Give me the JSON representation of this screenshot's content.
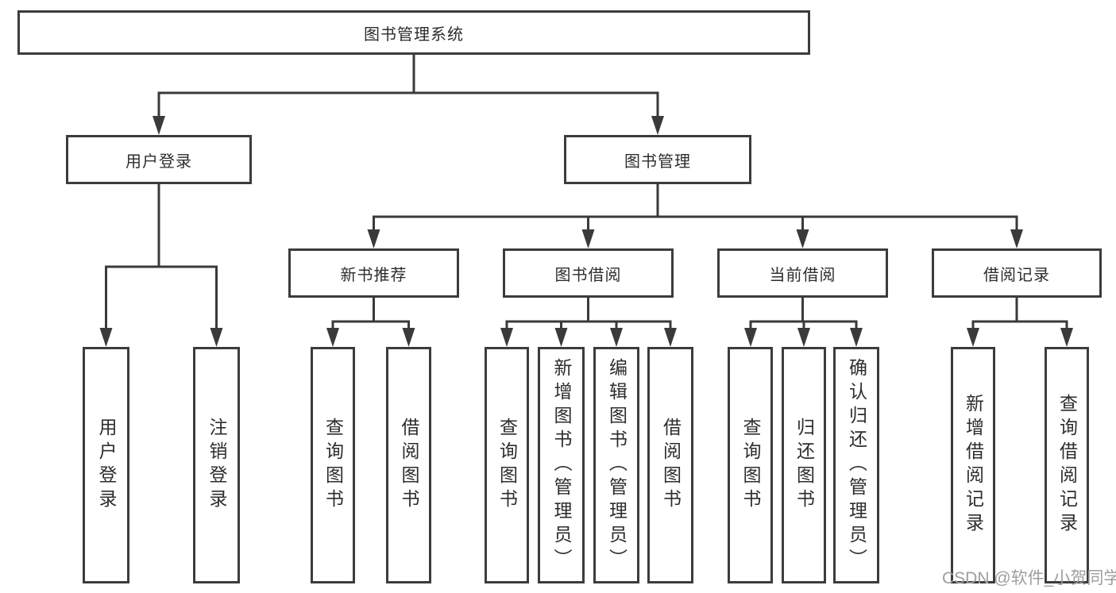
{
  "diagram": {
    "root": {
      "label": "图书管理系统"
    },
    "level2": [
      {
        "label": "用户登录"
      },
      {
        "label": "图书管理"
      }
    ],
    "level3": [
      {
        "label": "新书推荐"
      },
      {
        "label": "图书借阅"
      },
      {
        "label": "当前借阅"
      },
      {
        "label": "借阅记录"
      }
    ],
    "leaves": [
      {
        "parent": "用户登录",
        "label": "用户登录"
      },
      {
        "parent": "用户登录",
        "label": "注销登录"
      },
      {
        "parent": "新书推荐",
        "label": "查询图书"
      },
      {
        "parent": "新书推荐",
        "label": "借阅图书"
      },
      {
        "parent": "图书借阅",
        "label": "查询图书"
      },
      {
        "parent": "图书借阅",
        "label": "新增图书（管理员）"
      },
      {
        "parent": "图书借阅",
        "label": "编辑图书（管理员）"
      },
      {
        "parent": "图书借阅",
        "label": "借阅图书"
      },
      {
        "parent": "当前借阅",
        "label": "查询图书"
      },
      {
        "parent": "当前借阅",
        "label": "归还图书"
      },
      {
        "parent": "当前借阅",
        "label": "确认归还（管理员）"
      },
      {
        "parent": "借阅记录",
        "label": "新增借阅记录"
      },
      {
        "parent": "借阅记录",
        "label": "查询借阅记录"
      }
    ],
    "watermark": "CSDN @软件_小贺同学",
    "style": {
      "line_color": "#3a3a3a",
      "border_color": "#3c3c3c",
      "text_color": "#2d2d2d",
      "watermark_color": "#9e9e9e"
    }
  }
}
